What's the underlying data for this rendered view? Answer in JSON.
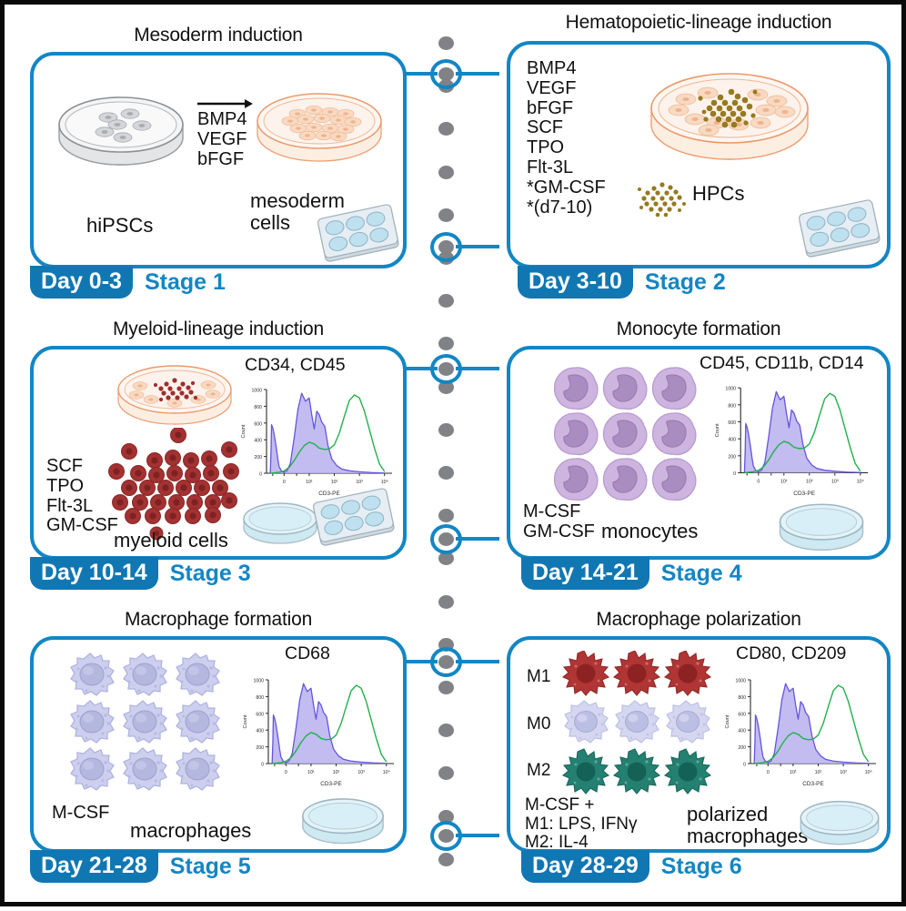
{
  "figure": {
    "type": "workflow-diagram",
    "description": "Six-stage hiPSC to macrophage differentiation protocol"
  },
  "stages": [
    {
      "id": "stage1",
      "title": "Mesoderm induction",
      "day": "Day 0-3",
      "stage_label": "Stage 1",
      "cytokines": "BMP4\nVEGF\nbFGF",
      "source_label": "hiPSCs",
      "product_label": "mesoderm\ncells",
      "vessels": [
        "petri-dish-grey",
        "petri-dish-orange",
        "six-well-plate"
      ],
      "arrow": true
    },
    {
      "id": "stage2",
      "title": "Hematopoietic-lineage induction",
      "day": "Day 3-10",
      "stage_label": "Stage 2",
      "cytokines": "BMP4\nVEGF\nbFGF\nSCF\nTPO\nFlt-3L\n*GM-CSF\n*(d7-10)",
      "product_label": "HPCs",
      "vessels": [
        "petri-dish-orange",
        "six-well-plate"
      ]
    },
    {
      "id": "stage3",
      "title": "Myeloid-lineage induction",
      "day": "Day 10-14",
      "stage_label": "Stage 3",
      "cytokines": "SCF\nTPO\nFlt-3L\nGM-CSF",
      "product_label": "myeloid cells",
      "markers": "CD34, CD45",
      "vessels": [
        "petri-dish-orange",
        "petri-dish-blue",
        "six-well-plate"
      ]
    },
    {
      "id": "stage4",
      "title": "Monocyte formation",
      "day": "Day 14-21",
      "stage_label": "Stage 4",
      "cytokines": "M-CSF\nGM-CSF",
      "product_label": "monocytes",
      "markers": "CD45, CD11b, CD14",
      "vessels": [
        "petri-dish-blue"
      ]
    },
    {
      "id": "stage5",
      "title": "Macrophage formation",
      "day": "Day 21-28",
      "stage_label": "Stage 5",
      "cytokines": "M-CSF",
      "product_label": "macrophages",
      "markers": "CD68",
      "vessels": [
        "petri-dish-blue"
      ]
    },
    {
      "id": "stage6",
      "title": "Macrophage polarization",
      "day": "Day 28-29",
      "stage_label": "Stage 6",
      "cytokines": "M-CSF +\nM1: LPS, IFNγ\nM2: IL-4",
      "product_label": "polarized\nmacrophages",
      "markers": "CD80, CD209",
      "row_labels": [
        "M1",
        "M0",
        "M2"
      ],
      "vessels": [
        "petri-dish-blue"
      ]
    }
  ],
  "chart_data": {
    "type": "line",
    "title": "Flow cytometry histogram (repeated in stages 3-6)",
    "xlabel": "CD3-PE",
    "ylabel": "Count",
    "xticklabels": [
      "0",
      "10¹",
      "10²",
      "10³",
      "10⁴"
    ],
    "yticklabels": [
      "0",
      "200",
      "400",
      "600",
      "800",
      "1000"
    ],
    "ylim": [
      0,
      1000
    ],
    "grid": false,
    "legend": "none",
    "series": [
      {
        "name": "negative-control-filled",
        "color": "#6655dd",
        "fill": "#b7b0ee",
        "x": [
          -0.55,
          -0.52,
          -0.5,
          -0.45,
          -0.4,
          -0.35,
          -0.3,
          -0.25,
          -0.2,
          -0.1,
          0.0,
          0.12,
          0.25,
          0.4,
          0.55,
          0.7,
          0.85,
          1.0,
          1.1,
          1.2,
          1.3,
          1.4,
          1.5,
          1.62,
          1.75,
          1.9,
          2.1,
          2.3,
          2.6,
          3.0,
          3.5,
          4.0
        ],
        "y": [
          0,
          260,
          580,
          540,
          470,
          380,
          280,
          170,
          80,
          25,
          10,
          30,
          120,
          420,
          760,
          955,
          860,
          900,
          700,
          530,
          740,
          700,
          610,
          560,
          330,
          170,
          90,
          50,
          30,
          18,
          8,
          3
        ]
      },
      {
        "name": "stained-sample-line",
        "color": "#22b14c",
        "x": [
          -0.55,
          -0.4,
          -0.2,
          0.0,
          0.2,
          0.4,
          0.6,
          0.8,
          1.0,
          1.2,
          1.4,
          1.6,
          1.8,
          2.0,
          2.2,
          2.4,
          2.6,
          2.8,
          3.0,
          3.2,
          3.4,
          3.6,
          3.8,
          4.0
        ],
        "y": [
          0,
          5,
          12,
          28,
          70,
          150,
          250,
          330,
          370,
          350,
          300,
          285,
          290,
          340,
          480,
          680,
          870,
          935,
          900,
          740,
          520,
          300,
          110,
          20
        ]
      }
    ]
  },
  "colors": {
    "accent_blue": "#1386c4",
    "day_pill_blue": "#1177b2",
    "timeline_dot": "#808285",
    "frame": "#0a0a0a",
    "m1_red": "#b03434",
    "m2_teal": "#20806e",
    "m0_lavender": "#c9cbee",
    "monocyte_purple": "#c4aed8",
    "myeloid_red": "#a83232",
    "hpc_gold": "#9a7b1e"
  }
}
